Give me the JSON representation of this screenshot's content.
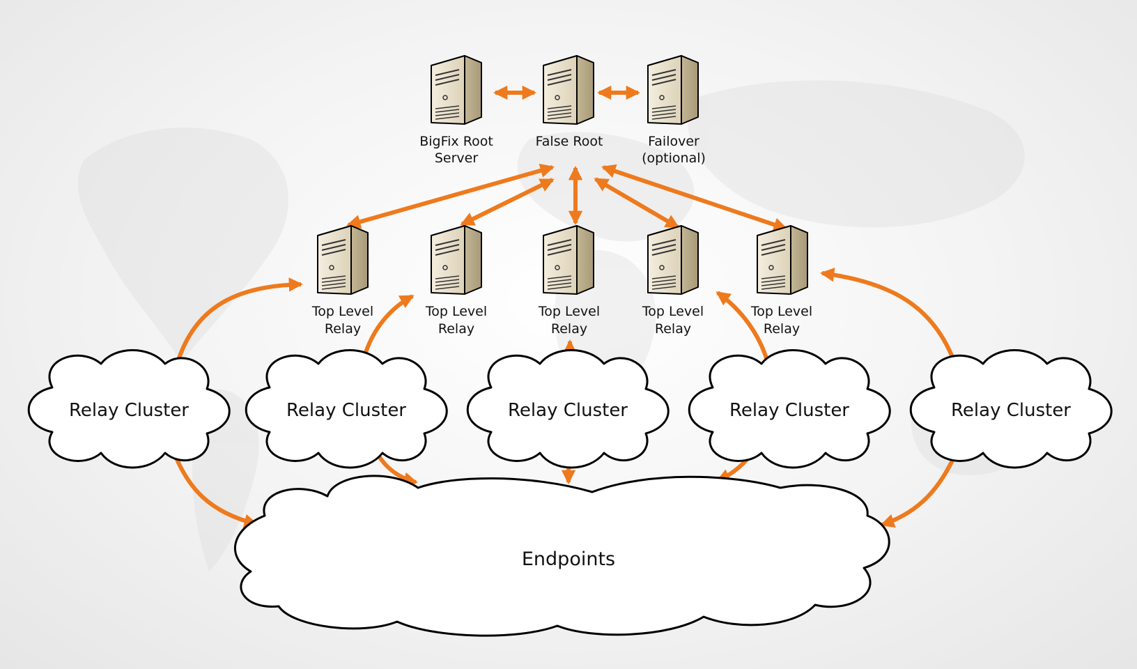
{
  "diagram": {
    "servers": [
      {
        "id": "root",
        "line1": "BigFix Root",
        "line2": "Server"
      },
      {
        "id": "false",
        "line1": "False Root",
        "line2": ""
      },
      {
        "id": "failover",
        "line1": "Failover",
        "line2": "(optional)"
      },
      {
        "id": "tlr1",
        "line1": "Top Level",
        "line2": "Relay"
      },
      {
        "id": "tlr2",
        "line1": "Top Level",
        "line2": "Relay"
      },
      {
        "id": "tlr3",
        "line1": "Top Level",
        "line2": "Relay"
      },
      {
        "id": "tlr4",
        "line1": "Top Level",
        "line2": "Relay"
      },
      {
        "id": "tlr5",
        "line1": "Top Level",
        "line2": "Relay"
      }
    ],
    "clusters": [
      {
        "id": "c1",
        "label": "Relay Cluster"
      },
      {
        "id": "c2",
        "label": "Relay Cluster"
      },
      {
        "id": "c3",
        "label": "Relay Cluster"
      },
      {
        "id": "c4",
        "label": "Relay Cluster"
      },
      {
        "id": "c5",
        "label": "Relay Cluster"
      }
    ],
    "endpoints": {
      "label": "Endpoints"
    },
    "colors": {
      "arrow": "#ee7a1d",
      "cloud_fill": "#ffffff",
      "cloud_stroke": "#000000",
      "server_front": "#ece3cf",
      "server_side": "#c9bd9f",
      "server_top": "#f6f1e4"
    }
  }
}
